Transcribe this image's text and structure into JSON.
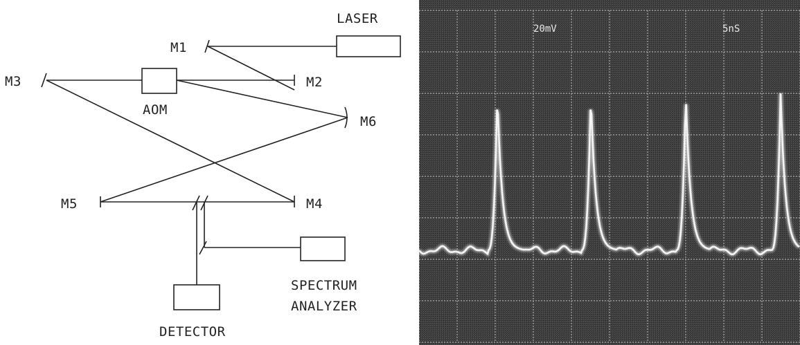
{
  "diagram": {
    "laser": "LASER",
    "aom": "AOM",
    "mirrors": {
      "m1": "M1",
      "m2": "M2",
      "m3": "M3",
      "m4": "M4",
      "m5": "M5",
      "m6": "M6"
    },
    "spectrum_analyzer": [
      "SPECTRUM",
      "ANALYZER"
    ],
    "detector": "DETECTOR"
  },
  "oscilloscope": {
    "volts_div": "20mV",
    "time_div": "5nS",
    "grid": {
      "cols": 10,
      "rows": 8
    },
    "pulse_count": 4
  }
}
